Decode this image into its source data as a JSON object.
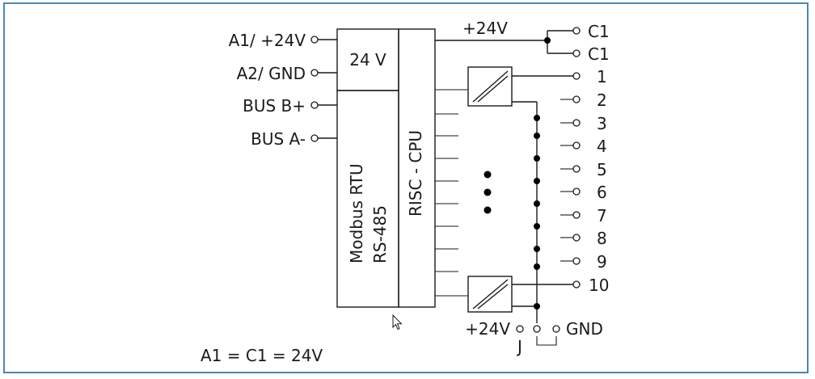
{
  "inputs": {
    "a1": "A1/ +24V",
    "a2": "A2/ GND",
    "bus_b": "BUS B+",
    "bus_a": "BUS A-"
  },
  "blocks": {
    "power": "24 V",
    "modbus_line1": "Modbus RTU",
    "modbus_line2": "RS-485",
    "cpu": "RISC - CPU"
  },
  "supply_label": "+24V",
  "outputs": {
    "c1_top": "C1",
    "c1_bottom": "C1",
    "numbers": [
      "1",
      "2",
      "3",
      "4",
      "5",
      "6",
      "7",
      "8",
      "9",
      "10"
    ]
  },
  "jumper": {
    "plus": "+24V",
    "gnd": "GND",
    "j": "J"
  },
  "footnote": "A1 = C1 = 24V"
}
